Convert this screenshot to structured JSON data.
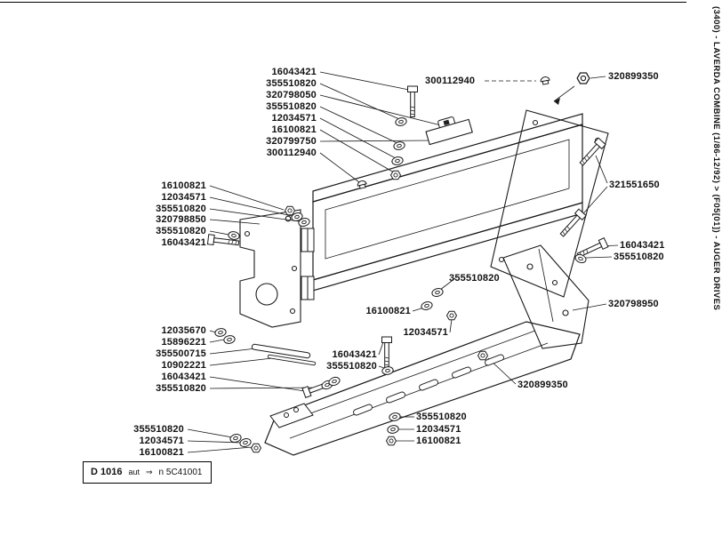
{
  "page": {
    "side_caption": "(3400) - LAVERDA COMBINE (1/86-12/92) > (F05[01]) - AUGER DRIVES"
  },
  "plate": {
    "code": "D 1016",
    "note": "aut",
    "arrow": "⇒",
    "serial": "n 5C41001"
  },
  "labels": [
    "16043421",
    "355510820",
    "320798050",
    "355510820",
    "12034571",
    "16100821",
    "320799750",
    "300112940",
    "300112940",
    "320899350",
    "321551650",
    "16100821",
    "12034571",
    "355510820",
    "320798850",
    "355510820",
    "16043421",
    "16043421",
    "355510820",
    "355510820",
    "16100821",
    "12034571",
    "320798950",
    "12035670",
    "15896221",
    "355500715",
    "10902221",
    "16043421",
    "355510820",
    "16043421",
    "355510820",
    "320899350",
    "355510820",
    "12034571",
    "16100821",
    "355510820",
    "12034571",
    "16100821"
  ]
}
